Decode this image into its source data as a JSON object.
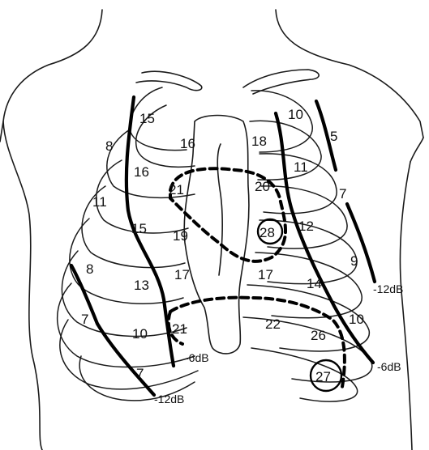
{
  "point_values": [
    "15",
    "16",
    "8",
    "16",
    "21",
    "11",
    "15",
    "19",
    "8",
    "13",
    "17",
    "7",
    "10",
    "21",
    "7",
    "18",
    "10",
    "5",
    "11",
    "20",
    "7",
    "28",
    "12",
    "17",
    "9",
    "14",
    "22",
    "10",
    "26",
    "27"
  ],
  "isopotential_labels": {
    "left_inner": "-6dB",
    "left_outer": "-12dB",
    "right_inner": "-6dB",
    "right_outer": "-12dB"
  },
  "colors": {
    "ink": "#000000",
    "background": "#ffffff"
  }
}
